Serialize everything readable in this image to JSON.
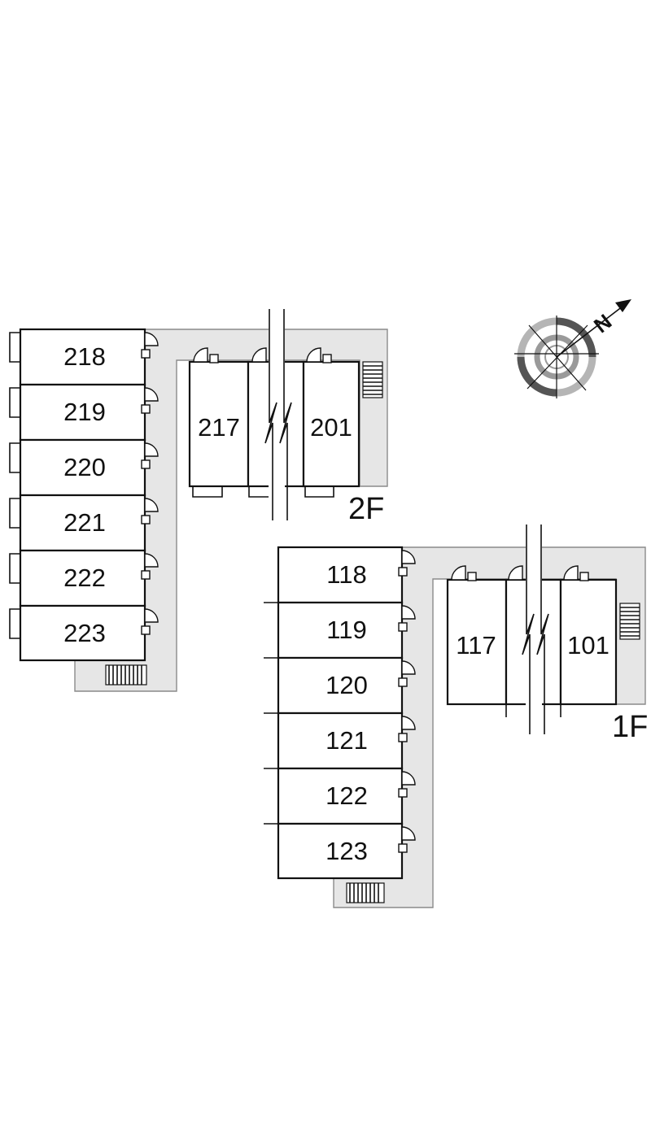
{
  "floors": [
    {
      "label": "2F",
      "units": [
        "218",
        "219",
        "220",
        "221",
        "222",
        "223",
        "217",
        "201"
      ]
    },
    {
      "label": "1F",
      "units": [
        "118",
        "119",
        "120",
        "121",
        "122",
        "123",
        "117",
        "101"
      ]
    }
  ],
  "compass": {
    "icon": "north-arrow-compass-icon",
    "letter": "N",
    "ring_color": "#9a9a9a",
    "dark_color": "#555555"
  },
  "colors": {
    "corridor": "#e6e6e6",
    "wall": "#111111"
  }
}
